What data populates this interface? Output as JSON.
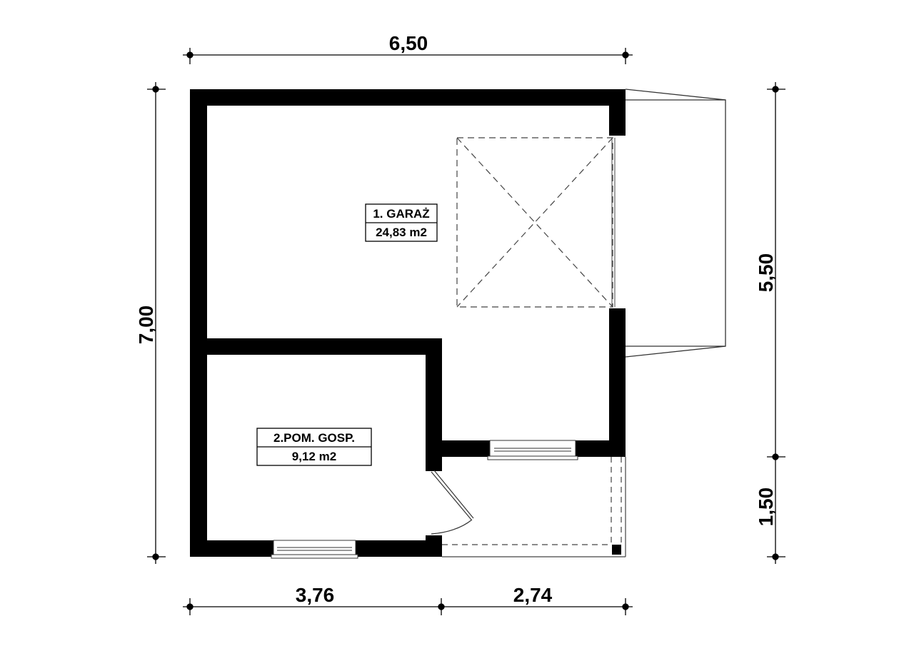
{
  "dimensions": {
    "top_width": "6,50",
    "left_height": "7,00",
    "right_upper": "5,50",
    "right_lower": "1,50",
    "bottom_left": "3,76",
    "bottom_right": "2,74"
  },
  "rooms": [
    {
      "name": "1. GARAŻ",
      "area": "24,83 m2"
    },
    {
      "name": "2.POM. GOSP.",
      "area": "9,12 m2"
    }
  ],
  "colors": {
    "wall": "#000000",
    "background": "#ffffff"
  }
}
